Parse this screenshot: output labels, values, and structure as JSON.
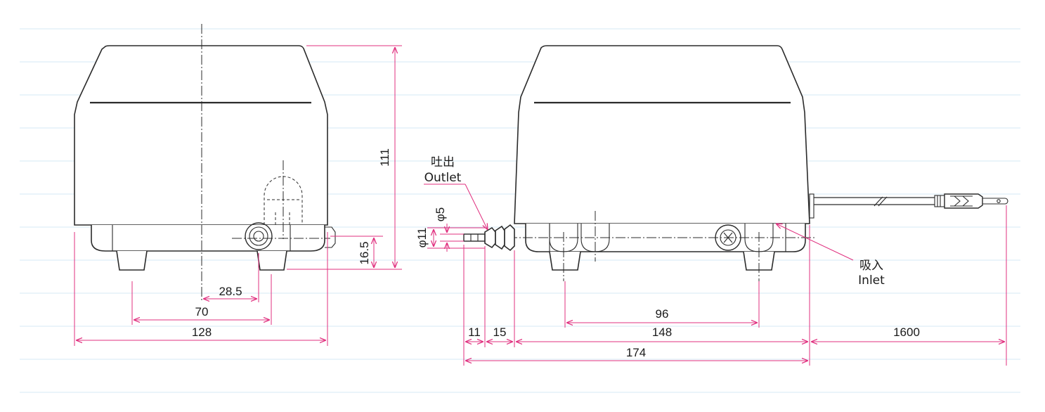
{
  "colors": {
    "dimension": "#e0307f",
    "outline": "#2b2b2b",
    "ruled_lines": "#d6e8f4"
  },
  "labels": {
    "outlet_jp": "吐出",
    "outlet_en": "Outlet",
    "inlet_jp": "吸入",
    "inlet_en": "Inlet"
  },
  "dimensions": {
    "height": "111",
    "port_height": "16.5",
    "offset": "28.5",
    "foot_spacing_front": "70",
    "width_front": "128",
    "diameter_5": "φ5",
    "diameter_11": "φ11",
    "nozzle_11": "11",
    "nozzle_15": "15",
    "foot_spacing_side": "96",
    "body_length": "148",
    "total_length": "174",
    "cord_length": "1600"
  }
}
